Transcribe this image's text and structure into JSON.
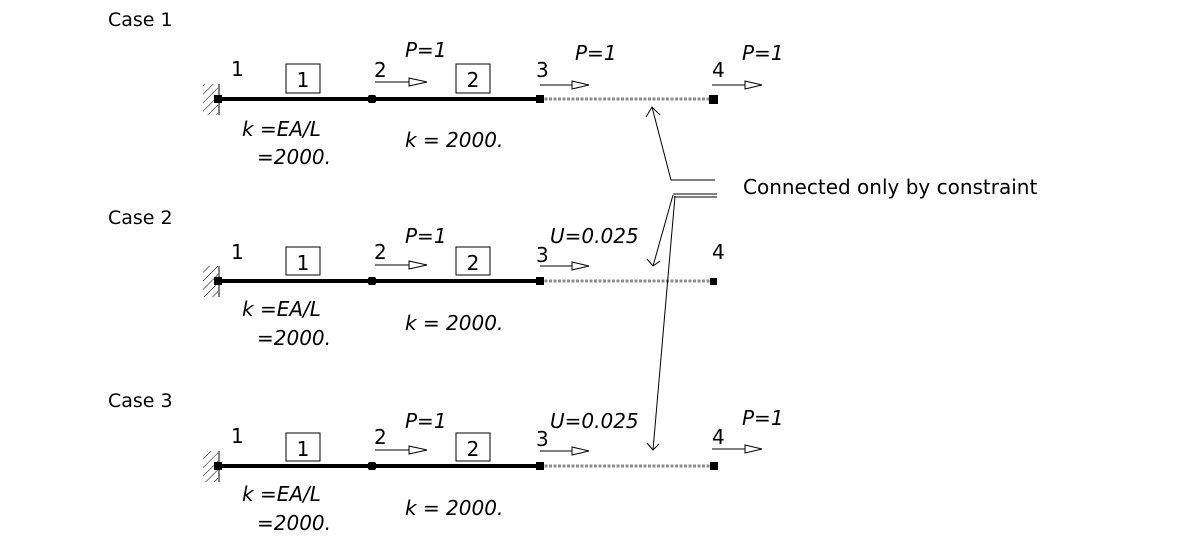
{
  "cases": [
    {
      "title": "Case 1",
      "nodes": [
        "1",
        "2",
        "3",
        "4"
      ],
      "elements": [
        "1",
        "2"
      ],
      "element1_label": "k =EA/L",
      "element1_value": "=2000.",
      "element2_label": "k = 2000.",
      "load_node2": "P=1",
      "load_node3": "P=1",
      "load_node4": "P=1"
    },
    {
      "title": "Case 2",
      "nodes": [
        "1",
        "2",
        "3",
        "4"
      ],
      "elements": [
        "1",
        "2"
      ],
      "element1_label": "k =EA/L",
      "element1_value": "=2000.",
      "element2_label": "k = 2000.",
      "load_node2": "P=1",
      "load_node3": "U=0.025"
    },
    {
      "title": "Case 3",
      "nodes": [
        "1",
        "2",
        "3",
        "4"
      ],
      "elements": [
        "1",
        "2"
      ],
      "element1_label": "k =EA/L",
      "element1_value": "=2000.",
      "element2_label": "k = 2000.",
      "load_node2": "P=1",
      "load_node3": "U=0.025",
      "load_node4": "P=1"
    }
  ],
  "annotation": "Connected only by constraint",
  "colors": {
    "beam": "#000000",
    "constraint_link": "#8c8c8c"
  }
}
